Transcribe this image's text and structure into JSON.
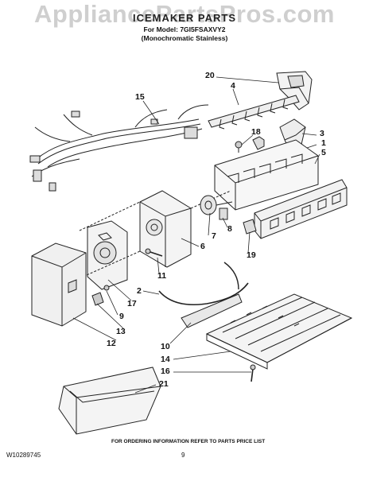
{
  "watermark": "AppliancePartsPros.com",
  "header": {
    "title": "ICEMAKER PARTS",
    "model": "For Model: 7GI5FSAXVY2",
    "variant": "(Monochromatic Stainless)"
  },
  "callouts": [
    "20",
    "4",
    "15",
    "18",
    "3",
    "1",
    "5",
    "7",
    "8",
    "6",
    "19",
    "11",
    "2",
    "17",
    "9",
    "13",
    "12",
    "10",
    "14",
    "16",
    "21"
  ],
  "footer": {
    "note": "FOR ORDERING INFORMATION REFER TO PARTS PRICE LIST",
    "doc_number": "W10289745",
    "page_number": "9"
  }
}
